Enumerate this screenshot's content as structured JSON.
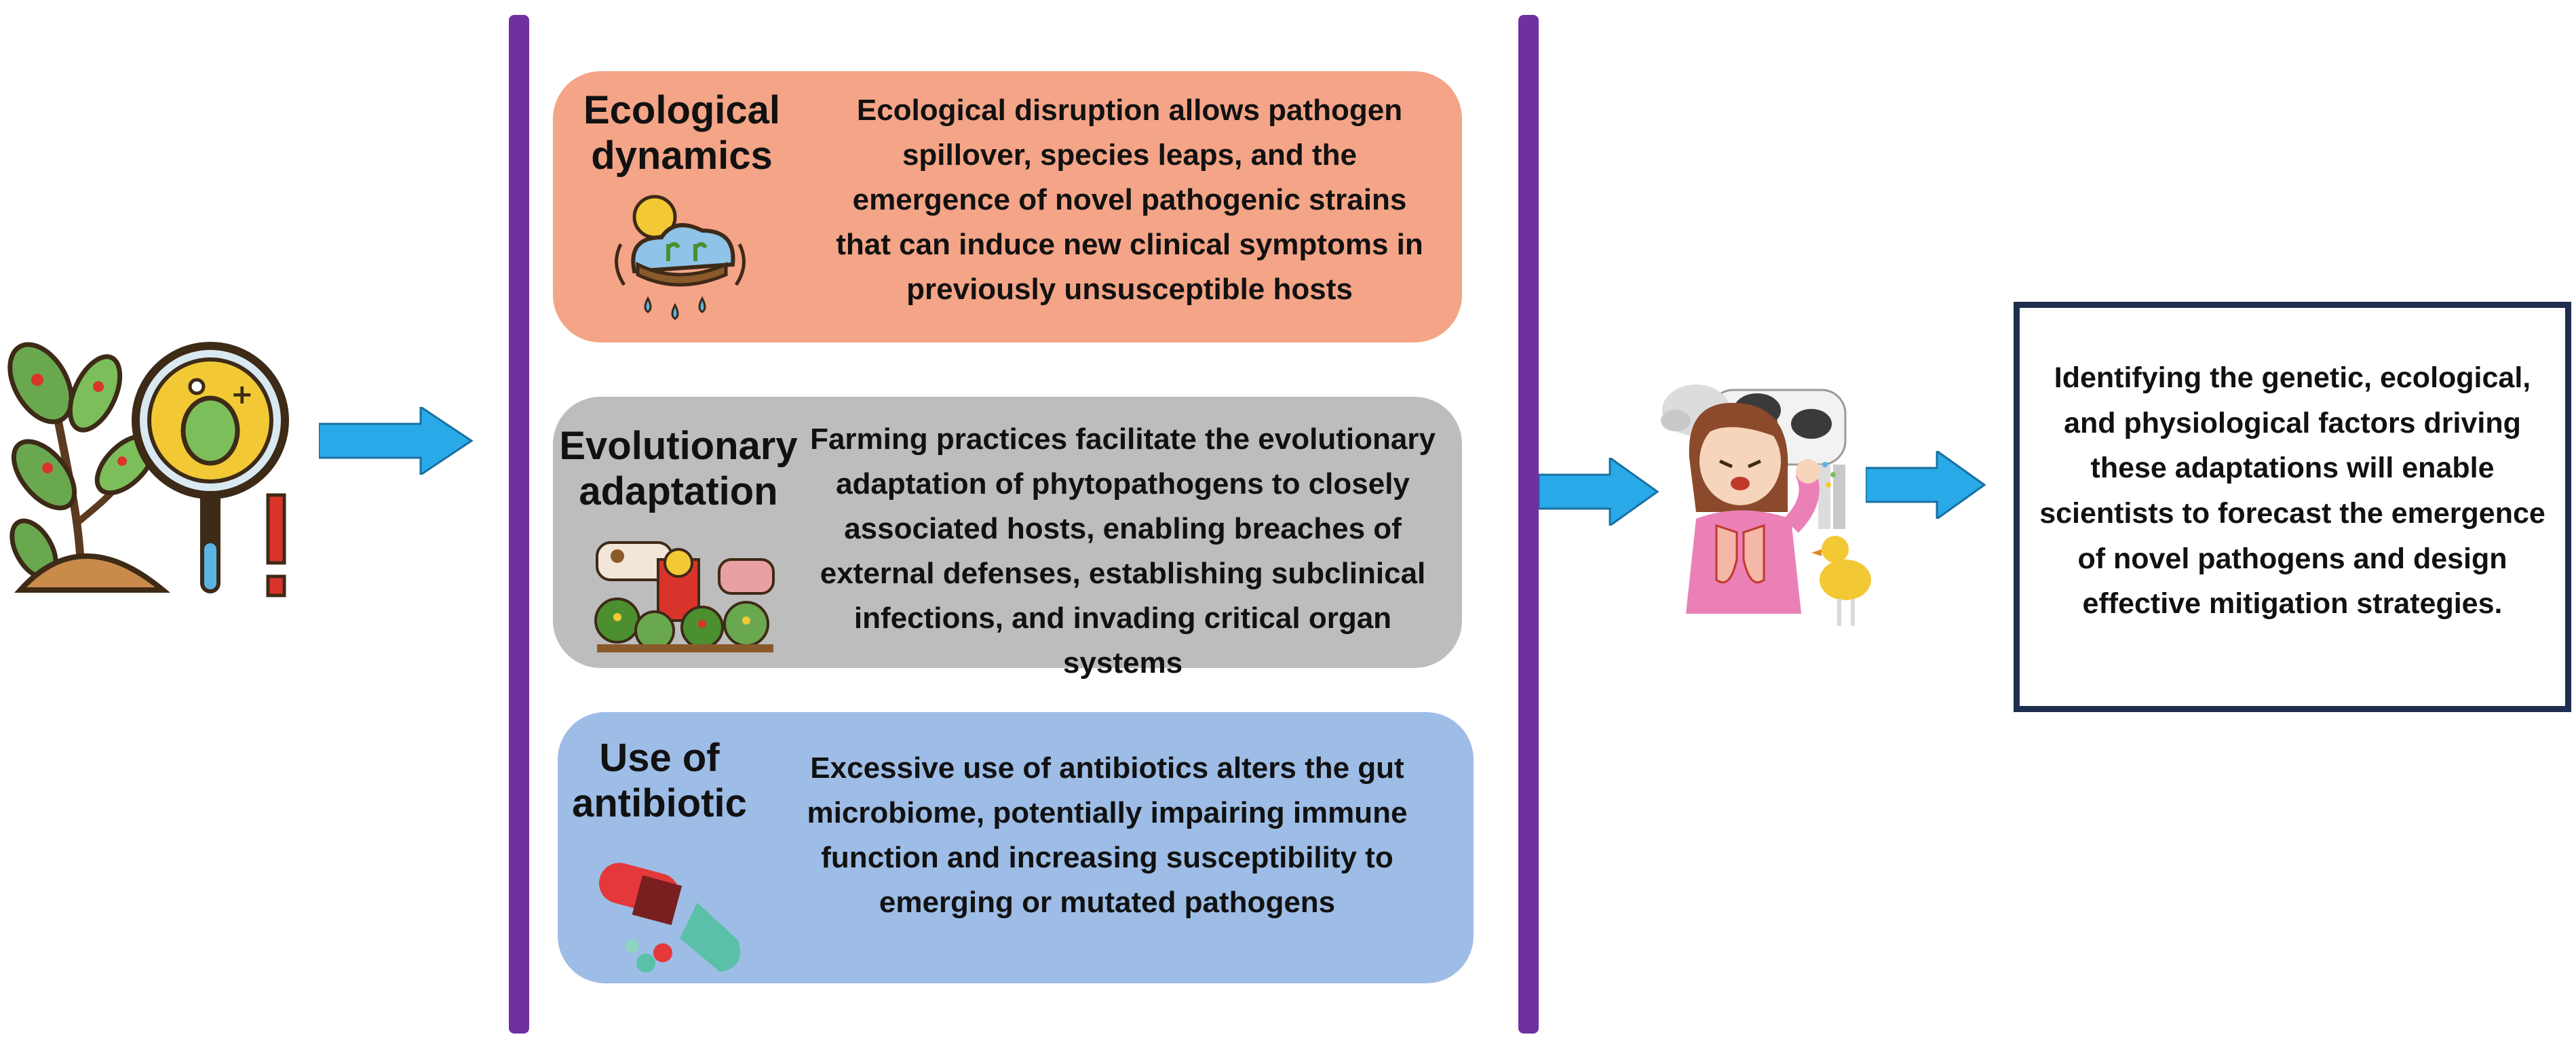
{
  "panels": [
    {
      "id": "ecological",
      "title": "Ecological dynamics",
      "text": "Ecological disruption allows pathogen spillover, species leaps, and the emergence of novel pathogenic strains that can induce new clinical symptoms in previously unsusceptible hosts",
      "color": "#f4a487",
      "icon": "weather-ecosystem-icon"
    },
    {
      "id": "evolutionary",
      "title": "Evolutionary adaptation",
      "text": "Farming practices facilitate the evolutionary adaptation of phytopathogens to closely associated  hosts, enabling breaches of external defenses, establishing subclinical infections, and invading critical organ systems",
      "color": "#bdbdbd",
      "icon": "farm-icon"
    },
    {
      "id": "antibiotic",
      "title": "Use of antibiotic",
      "text": "Excessive use of antibiotics alters the gut microbiome, potentially impairing immune function and increasing susceptibility to emerging or mutated pathogens",
      "color": "#9dbde6",
      "icon": "pills-icon"
    }
  ],
  "outcome": {
    "text": "Identifying the genetic, ecological, and physiological factors driving these adaptations will enable scientists to forecast the emergence of novel pathogens and design effective mitigation strategies."
  },
  "colors": {
    "bar": "#7030a0",
    "arrow": "#29a9e8",
    "box_border": "#1f2d4f"
  },
  "icons": {
    "left": "plant-pathogen-magnifier-icon",
    "right": "zoonotic-host-icon"
  }
}
